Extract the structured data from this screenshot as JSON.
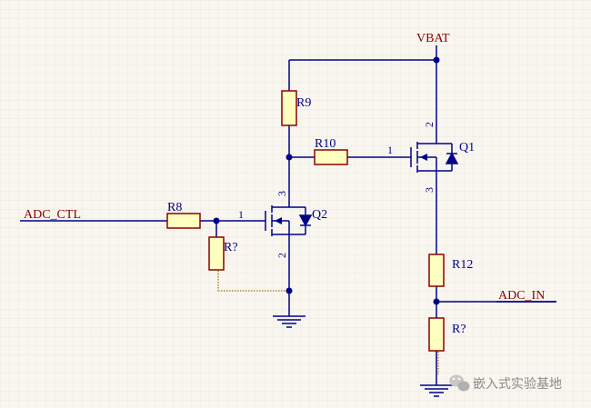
{
  "nets": {
    "vbat": "VBAT",
    "adc_ctl": "ADC_CTL",
    "adc_in": "ADC_IN"
  },
  "components": {
    "r8": "R8",
    "r9": "R9",
    "r10": "R10",
    "r12": "R12",
    "r_bottom_left": "R?",
    "r_bottom_right": "R?",
    "q1": "Q1",
    "q2": "Q2"
  },
  "pins": {
    "q1_gate": "1",
    "q1_drain": "2",
    "q1_source": "3",
    "q2_gate": "1",
    "q2_drain": "3",
    "q2_source": "2"
  },
  "watermark": {
    "text": "嵌入式实验基地",
    "icon": "wechat-icon"
  },
  "colors": {
    "wire": "#00008b",
    "label": "#8b0000",
    "component_fill": "#ffffc0",
    "background": "#f8f6ef"
  }
}
